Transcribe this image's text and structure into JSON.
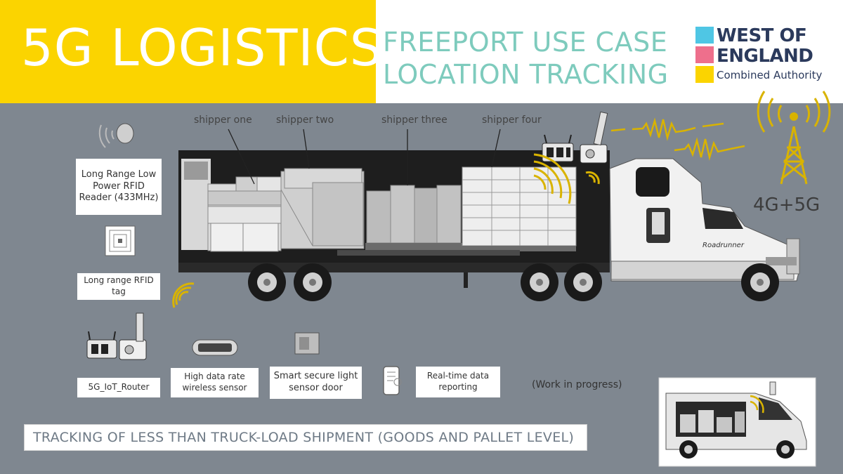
{
  "header": {
    "title": "5G LOGISTICS",
    "subtitle_line1": "FREEPORT USE CASE",
    "subtitle_line2": "LOCATION TRACKING"
  },
  "logo": {
    "line1": "WEST OF",
    "line2": "ENGLAND",
    "line3": "Combined Authority"
  },
  "shippers": [
    "shipper one",
    "shipper two",
    "shipper three",
    "shipper four"
  ],
  "network_label": "4G+5G",
  "devices": {
    "rfid_reader": "Long Range Low Power RFID Reader (433MHz)",
    "rfid_tag": "Long range RFID tag",
    "router": "5G_IoT_Router",
    "wireless_sensor": "High data rate wireless sensor",
    "door_sensor": "Smart secure light sensor door",
    "reporting": "Real-time data reporting"
  },
  "status_note": "(Work in progress)",
  "footer": "TRACKING OF LESS THAN TRUCK-LOAD SHIPMENT (GOODS AND PALLET LEVEL)",
  "colors": {
    "background": "#7f8790",
    "title_band": "#fbd400",
    "subtitle": "#7ecbbd",
    "signal": "#d9b300",
    "logo_blue": "#4fc6e4",
    "logo_pink": "#ee6f8c",
    "logo_yellow": "#fbd400",
    "logo_text": "#2b3a5c"
  }
}
